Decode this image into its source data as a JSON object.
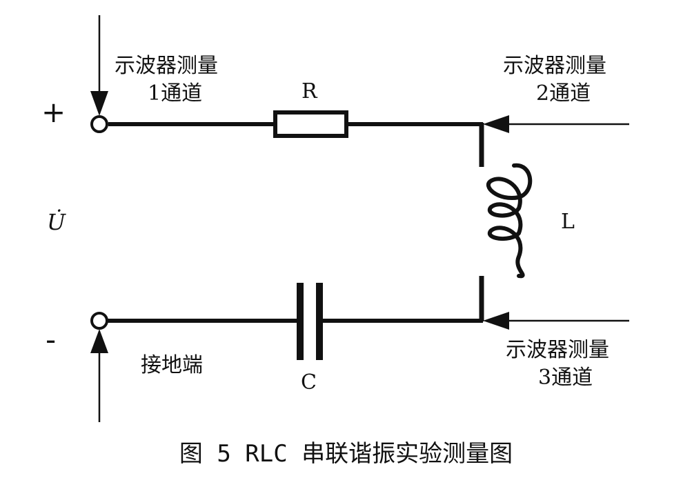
{
  "labels": {
    "plus": "+",
    "minus": "-",
    "voltage": "U̇",
    "resistor": "R",
    "inductor": "L",
    "capacitor": "C",
    "probe1_line1": "示波器测量",
    "probe1_line2": "1通道",
    "probe2_line1": "示波器测量",
    "probe2_line2": "2通道",
    "probe3_line1": "示波器测量",
    "probe3_line2": "3通道",
    "ground": "接地端"
  },
  "caption": "图 5  RLC 串联谐振实验测量图",
  "colors": {
    "line": "#111111",
    "background": "#ffffff"
  }
}
